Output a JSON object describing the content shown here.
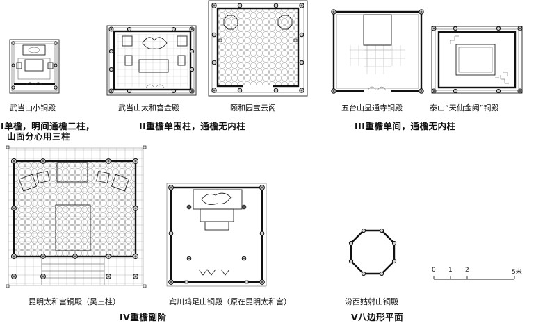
{
  "plans": {
    "wudang_small": "武当山小铜殿",
    "wudang_taihe": "武当山太和宫金殿",
    "yiheyuan": "颐和园宝云阁",
    "wutai": "五台山显通寺铜殿",
    "taishan": "泰山“天仙金阙”铜殿",
    "kunming": "昆明太和宫铜殿（吴三桂）",
    "binchuan": "宾川鸡足山铜殿（原在昆明太和宫）",
    "fenxi": "汾西姑射山铜殿"
  },
  "groups": {
    "g1_line1": "I单檐，明间通檐二柱，",
    "g1_line2": "山面分心用三柱",
    "g2": "II重檐单围柱，通檐无内柱",
    "g3": "III重檐单间，通檐无内柱",
    "g4": "IV重檐副阶",
    "g5": "V八边形平面"
  },
  "scale": {
    "ticks": [
      "0",
      "1",
      "2",
      "5米"
    ]
  }
}
